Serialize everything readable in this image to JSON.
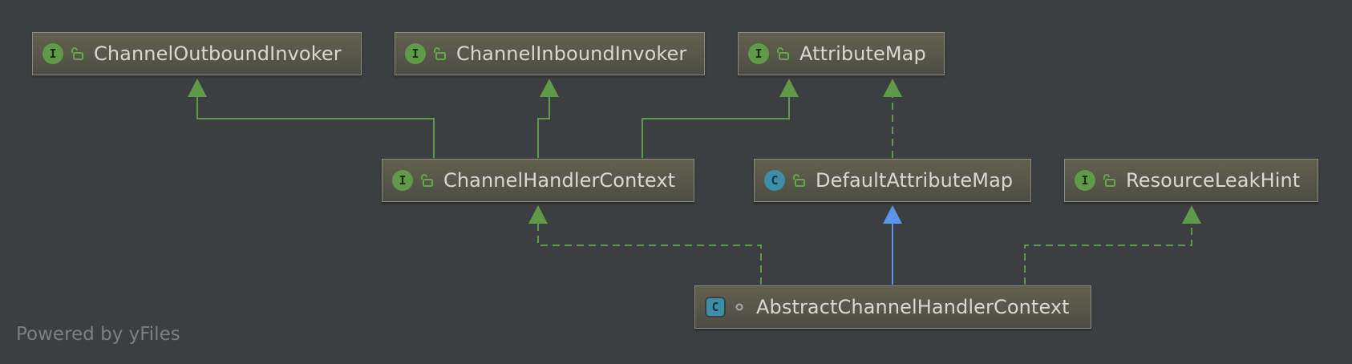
{
  "nodes": {
    "channel_outbound_invoker": {
      "name": "ChannelOutboundInvoker",
      "kind_letter": "I",
      "kind": "interface",
      "visibility": "public"
    },
    "channel_inbound_invoker": {
      "name": "ChannelInboundInvoker",
      "kind_letter": "I",
      "kind": "interface",
      "visibility": "public"
    },
    "attribute_map": {
      "name": "AttributeMap",
      "kind_letter": "I",
      "kind": "interface",
      "visibility": "public"
    },
    "channel_handler_context": {
      "name": "ChannelHandlerContext",
      "kind_letter": "I",
      "kind": "interface",
      "visibility": "public"
    },
    "default_attribute_map": {
      "name": "DefaultAttributeMap",
      "kind_letter": "C",
      "kind": "class",
      "visibility": "public"
    },
    "resource_leak_hint": {
      "name": "ResourceLeakHint",
      "kind_letter": "I",
      "kind": "interface",
      "visibility": "public"
    },
    "abstract_channel_handler_context": {
      "name": "AbstractChannelHandlerContext",
      "kind_letter": "C",
      "kind": "abstract-class",
      "visibility": "package-private"
    }
  },
  "edges": [
    {
      "from": "channel_handler_context",
      "to": "channel_outbound_invoker",
      "type": "extends"
    },
    {
      "from": "channel_handler_context",
      "to": "channel_inbound_invoker",
      "type": "extends"
    },
    {
      "from": "channel_handler_context",
      "to": "attribute_map",
      "type": "extends"
    },
    {
      "from": "default_attribute_map",
      "to": "attribute_map",
      "type": "implements"
    },
    {
      "from": "abstract_channel_handler_context",
      "to": "channel_handler_context",
      "type": "implements"
    },
    {
      "from": "abstract_channel_handler_context",
      "to": "default_attribute_map",
      "type": "extends"
    },
    {
      "from": "abstract_channel_handler_context",
      "to": "resource_leak_hint",
      "type": "implements"
    }
  ],
  "colors": {
    "background": "#3c3f41",
    "interface_edge": "#5f9a48",
    "class_extends_edge": "#5b94e8",
    "interface_badge": "#5f9a48",
    "class_badge": "#3d8fa8",
    "label_text": "#d8d8d6"
  },
  "footer": {
    "text": "Powered by yFiles"
  }
}
